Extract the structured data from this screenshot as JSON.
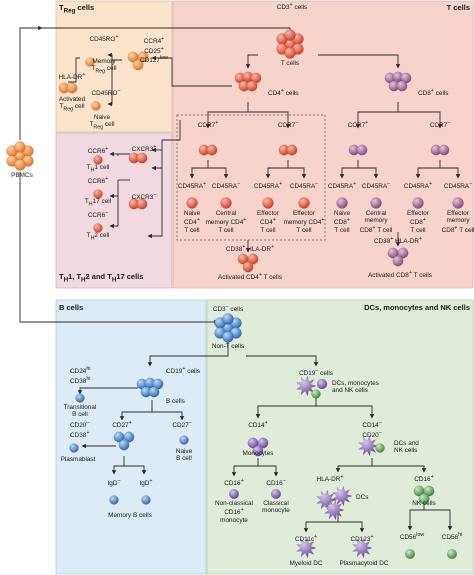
{
  "panels": {
    "treg": "T<sub>Reg</sub> cells",
    "tcells": "T cells",
    "th": "T<sub>H</sub>1, T<sub>H</sub>2 and T<sub>H</sub>17 cells",
    "bcells": "B cells",
    "dcs": "DCs, monocytes and NK cells"
  },
  "source": "PBMCs",
  "tcell_branch": {
    "root": "CD3<sup>+</sup> cells",
    "root_sub": "T cells",
    "cd4": "CD4<sup>+</sup> cells",
    "cd8": "CD8<sup>+</sup> cells",
    "ccr7_pos": "CCR7<sup>+</sup>",
    "ccr7_neg": "CCR7<sup>–</sup>",
    "cd45ra_pos": "CD45RA<sup>+</sup>",
    "cd45ra_neg": "CD45RA<sup>–</sup>",
    "cd4_subsets": [
      "Naive|CD4<sup>+</sup>|T cell",
      "Central|memory CD4<sup>+</sup>|T cell",
      "Effector|CD4<sup>+</sup>|T cell",
      "Effector|memory CD4<sup>+</sup>|T cell"
    ],
    "cd8_subsets": [
      "Naive|CD8<sup>+</sup>|T cell",
      "Central|memory|CD8<sup>+</sup> T cell",
      "Effector|CD8<sup>+</sup>|T cell",
      "Effector|memory|CD8<sup>+</sup> T cell"
    ],
    "activated_markers": "CD38<sup>+</sup> HLA-DR<sup>+</sup>",
    "activated_cd4": "Activated CD4<sup>+</sup> T cells",
    "activated_cd8": "Activated CD8<sup>+</sup> T cells"
  },
  "treg_branch": {
    "markers": "CCR4<sup>+</sup>|CD25<sup>+</sup>|CD127<sup>low</sup>",
    "cd45ro_pos": "CD45RO<sup>+</sup>",
    "memory": "Memory|T<sub>Reg</sub> cell",
    "cd45ro_neg": "CD45RO<sup>–</sup>",
    "naive": "Naive|T<sub>Reg</sub> cell",
    "hladr": "HLA-DR<sup>+</sup>",
    "activated": "Activated|T<sub>Reg</sub> cell"
  },
  "th_branch": {
    "ccr6_pos": "CCR6<sup>+</sup>",
    "cxcr3_pos": "CXCR3<sup>+</sup>",
    "th1": "T<sub>H</sub>1 cell",
    "ccr6_pos2": "CCR6<sup>+</sup>",
    "cxcr3_neg": "CXCR3<sup>–</sup>",
    "th17": "T<sub>H</sub>17 cell",
    "ccr6_neg": "CCR6<sup>–</sup>",
    "th2": "T<sub>H</sub>2 cell"
  },
  "nont_branch": {
    "root": "CD3<sup>–</sup> cells",
    "root_sub": "Non-T cells"
  },
  "b_branch": {
    "cd19": "CD19<sup>+</sup> cells",
    "cd19_sub": "B cells",
    "transitional_markers": "CD24<sup>hi</sup>|CD38<sup>hi</sup>",
    "transitional": "Transitional|B cell",
    "plasmablast_markers": "CD20<sup>–</sup>|CD38<sup>+</sup>",
    "plasmablast": "Plasmablast",
    "cd27_pos": "CD27<sup>+</sup>",
    "cd27_neg": "CD27<sup>–</sup>",
    "naive": "Naive|B cell",
    "igd_neg": "IgD<sup>–</sup>",
    "igd_pos": "IgD<sup>+</sup>",
    "memory": "Memory B cells"
  },
  "dc_branch": {
    "cd19neg": "CD19<sup>–</sup> cells",
    "cd19neg_desc": "DCs, monocytes|and NK cells",
    "cd14_pos": "CD14<sup>+</sup>",
    "monocytes": "Monocytes",
    "cd14_neg": "CD14<sup>–</sup>|CD20<sup>–</sup>",
    "dcs_nk": "DCs and|NK cells",
    "cd16_pos": "CD16<sup>+</sup>",
    "cd16_neg": "CD16<sup>–</sup>",
    "nonclassical": "Non-classical|CD16<sup>+</sup>|monocyte",
    "classical": "Classical|monocyte",
    "hladr": "HLA-DR<sup>+</sup>",
    "dcs": "DCs",
    "cd16_pos_nk": "CD16<sup>+</sup>",
    "nk": "NK cells",
    "cd11c": "CD11c<sup>+</sup>",
    "myeloid": "Myeloid DC",
    "cd123": "CD123<sup>+</sup>",
    "plasmacytoid": "Plasmacytoid DC",
    "cd56_low": "CD56<sup>low</sup>",
    "cd56_hi": "CD56<sup>hi</sup>"
  },
  "colors": {
    "treg_bg": "#fbe3cc",
    "tcell_bg": "#f7d3cc",
    "th_bg": "#f2d8df",
    "b_bg": "#dcebf5",
    "dc_bg": "#dfecd9",
    "t_cell": "#e0533a",
    "cd8_cell": "#9a5c8a",
    "b_cell": "#3a78c0",
    "dc_cell": "#7a55a0",
    "nk_cell": "#4f9a4a"
  }
}
